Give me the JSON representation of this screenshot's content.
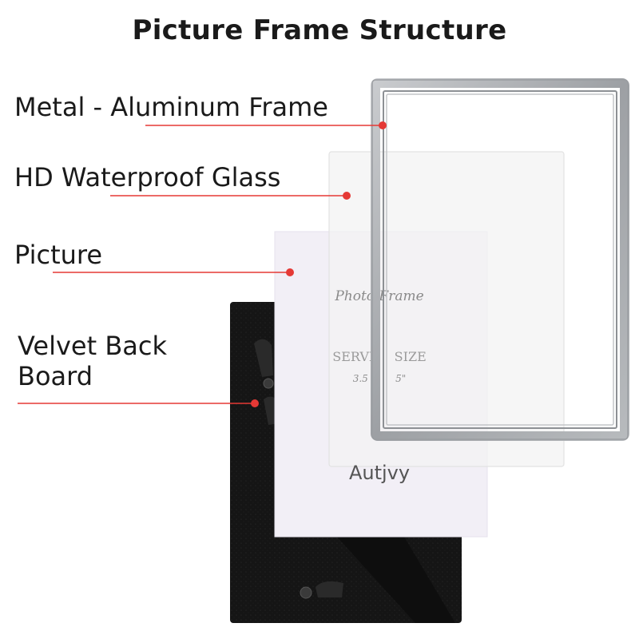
{
  "title": "Picture Frame Structure",
  "labels": {
    "frame": "Metal - Aluminum Frame",
    "glass": "HD Waterproof Glass",
    "picture": "Picture",
    "backboard_line1": "Velvet Back",
    "backboard_line2": "Board"
  },
  "insert": {
    "script_text": "Photo Frame",
    "size_line1": "SERVI     SIZE",
    "size_line2": "3.5         5\"",
    "brand": "Autjvy"
  },
  "colors": {
    "leader": "#e53935",
    "text": "#1a1a1a",
    "frame_silver": "#a9acb0",
    "velvet": "#151515"
  }
}
